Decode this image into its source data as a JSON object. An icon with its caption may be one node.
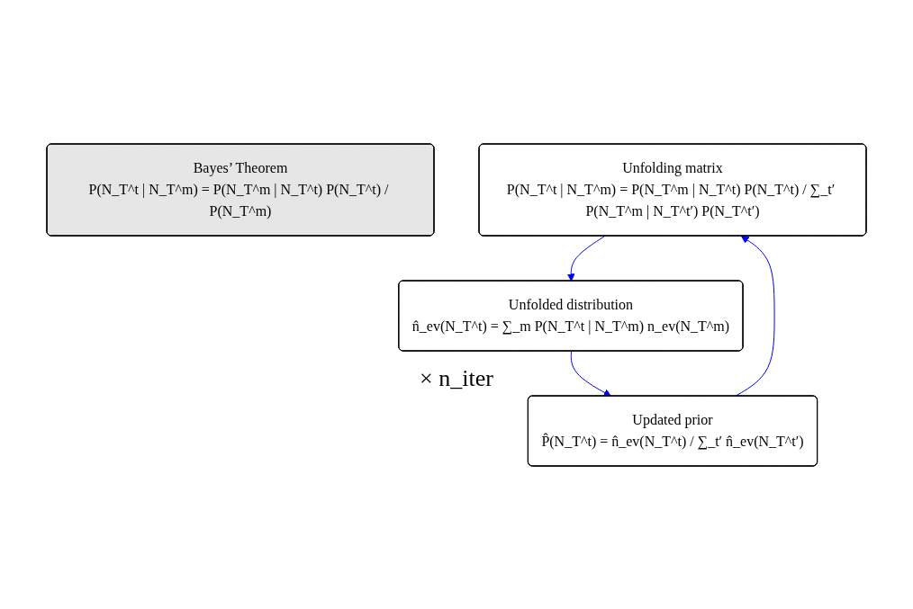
{
  "diagram": {
    "nodes": [
      {
        "text": [
          "Bayes’ Theorem",
          "P(N_T^t | N_T^m) = P(N_T^m | N_T^t) P(N_T^t) / P(N_T^m)"
        ]
      },
      {
        "text": [
          "Unfolding matrix",
          "P(N_T^t | N_T^m) = P(N_T^m | N_T^t) P(N_T^t) / ∑_t′ P(N_T^m | N_T^t′) P(N_T^t′)"
        ]
      },
      {
        "text": [
          "Unfolded distribution",
          "n̂_ev(N_T^t) = ∑_m P(N_T^t | N_T^m) n_ev(N_T^m)"
        ]
      },
      {
        "text": [
          "Updated prior",
          "P̂(N_T^t) = n̂_ev(N_T^t) / ∑_t′ n̂_ev(N_T^t′)"
        ]
      }
    ],
    "edges": [
      {
        "from": 1,
        "to": 2,
        "arrow": "to",
        "color": "#0000ff"
      },
      {
        "from": 2,
        "to": 3,
        "arrow": "to",
        "color": "#0000ff"
      },
      {
        "from": 3,
        "to": 1,
        "arrow": "to",
        "color": "#0000ff"
      }
    ],
    "labels": [
      "× n_iter"
    ]
  }
}
